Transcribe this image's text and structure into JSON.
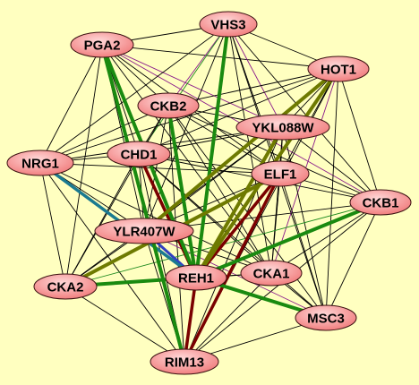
{
  "graph": {
    "background": "#FFFFC0",
    "node_fill_light": "#FFD8D8",
    "node_fill_dark": "#F07878",
    "node_stroke": "#3A1010",
    "edge_colors": {
      "thin_black": "#000000",
      "thin_purple": "#8A1A8A",
      "thin_green": "#1E8A1E",
      "green": "#1A8A10",
      "dark_red": "#7A0000",
      "olive": "#6E7A00",
      "teal": "#1A7A90",
      "blue": "#3040C0"
    },
    "nodes": [
      {
        "id": "VHS3",
        "label": "VHS3"
      },
      {
        "id": "PGA2",
        "label": "PGA2"
      },
      {
        "id": "HOT1",
        "label": "HOT1"
      },
      {
        "id": "CKB2",
        "label": "CKB2"
      },
      {
        "id": "YKL088W",
        "label": "YKL088W"
      },
      {
        "id": "CHD1",
        "label": "CHD1"
      },
      {
        "id": "NRG1",
        "label": "NRG1"
      },
      {
        "id": "ELF1",
        "label": "ELF1"
      },
      {
        "id": "CKB1",
        "label": "CKB1"
      },
      {
        "id": "YLR407W",
        "label": "YLR407W"
      },
      {
        "id": "CKA2",
        "label": "CKA2"
      },
      {
        "id": "REH1",
        "label": "REH1"
      },
      {
        "id": "CKA1",
        "label": "CKA1"
      },
      {
        "id": "MSC3",
        "label": "MSC3"
      },
      {
        "id": "RIM13",
        "label": "RIM13"
      }
    ],
    "edges": [
      {
        "source": "PGA2",
        "target": "REH1",
        "style": "green"
      },
      {
        "source": "PGA2",
        "target": "RIM13",
        "style": "green"
      },
      {
        "source": "PGA2",
        "target": "VHS3",
        "style": "thin_black"
      },
      {
        "source": "PGA2",
        "target": "HOT1",
        "style": "thin_black"
      },
      {
        "source": "PGA2",
        "target": "CKB2",
        "style": "thin_black"
      },
      {
        "source": "PGA2",
        "target": "YKL088W",
        "style": "thin_purple"
      },
      {
        "source": "PGA2",
        "target": "NRG1",
        "style": "thin_black"
      },
      {
        "source": "PGA2",
        "target": "CHD1",
        "style": "thin_black"
      },
      {
        "source": "PGA2",
        "target": "ELF1",
        "style": "thin_black"
      },
      {
        "source": "PGA2",
        "target": "CKA2",
        "style": "thin_black"
      },
      {
        "source": "PGA2",
        "target": "CKB1",
        "style": "thin_purple"
      },
      {
        "source": "PGA2",
        "target": "CKA1",
        "style": "thin_black"
      },
      {
        "source": "PGA2",
        "target": "YLR407W",
        "style": "thin_black"
      },
      {
        "source": "VHS3",
        "target": "REH1",
        "style": "green"
      },
      {
        "source": "VHS3",
        "target": "HOT1",
        "style": "thin_black"
      },
      {
        "source": "VHS3",
        "target": "CKB2",
        "style": "thin_purple"
      },
      {
        "source": "VHS3",
        "target": "YKL088W",
        "style": "thin_purple"
      },
      {
        "source": "VHS3",
        "target": "CHD1",
        "style": "thin_green"
      },
      {
        "source": "VHS3",
        "target": "CKB1",
        "style": "thin_black"
      },
      {
        "source": "VHS3",
        "target": "ELF1",
        "style": "thin_black"
      },
      {
        "source": "VHS3",
        "target": "NRG1",
        "style": "thin_black"
      },
      {
        "source": "VHS3",
        "target": "YLR407W",
        "style": "thin_black"
      },
      {
        "source": "VHS3",
        "target": "CKA1",
        "style": "thin_black"
      },
      {
        "source": "VHS3",
        "target": "MSC3",
        "style": "thin_black"
      },
      {
        "source": "HOT1",
        "target": "REH1",
        "style": "olive"
      },
      {
        "source": "HOT1",
        "target": "YLR407W",
        "style": "olive"
      },
      {
        "source": "HOT1",
        "target": "CKB2",
        "style": "thin_black"
      },
      {
        "source": "HOT1",
        "target": "YKL088W",
        "style": "thin_black"
      },
      {
        "source": "HOT1",
        "target": "CHD1",
        "style": "thin_black"
      },
      {
        "source": "HOT1",
        "target": "CKB1",
        "style": "thin_black"
      },
      {
        "source": "HOT1",
        "target": "ELF1",
        "style": "thin_black"
      },
      {
        "source": "HOT1",
        "target": "MSC3",
        "style": "thin_black"
      },
      {
        "source": "HOT1",
        "target": "CKA1",
        "style": "thin_purple"
      },
      {
        "source": "HOT1",
        "target": "RIM13",
        "style": "thin_black"
      },
      {
        "source": "HOT1",
        "target": "NRG1",
        "style": "thin_black"
      },
      {
        "source": "CKB2",
        "target": "REH1",
        "style": "green"
      },
      {
        "source": "CKB2",
        "target": "YKL088W",
        "style": "thin_black"
      },
      {
        "source": "CKB2",
        "target": "CHD1",
        "style": "thin_black"
      },
      {
        "source": "CKB2",
        "target": "ELF1",
        "style": "thin_black"
      },
      {
        "source": "CKB2",
        "target": "CKA2",
        "style": "thin_black"
      },
      {
        "source": "CKB2",
        "target": "CKA1",
        "style": "thin_black"
      },
      {
        "source": "CKB2",
        "target": "MSC3",
        "style": "thin_black"
      },
      {
        "source": "CKB2",
        "target": "RIM13",
        "style": "thin_black"
      },
      {
        "source": "CKB2",
        "target": "NRG1",
        "style": "thin_black"
      },
      {
        "source": "CKB2",
        "target": "YLR407W",
        "style": "thin_black"
      },
      {
        "source": "CKB2",
        "target": "CKB1",
        "style": "thin_black"
      },
      {
        "source": "YKL088W",
        "target": "REH1",
        "style": "olive"
      },
      {
        "source": "YKL088W",
        "target": "CHD1",
        "style": "thin_black"
      },
      {
        "source": "YKL088W",
        "target": "ELF1",
        "style": "thin_black"
      },
      {
        "source": "YKL088W",
        "target": "CKB1",
        "style": "thin_black"
      },
      {
        "source": "YKL088W",
        "target": "CKA1",
        "style": "thin_black"
      },
      {
        "source": "YKL088W",
        "target": "MSC3",
        "style": "thin_black"
      },
      {
        "source": "YKL088W",
        "target": "NRG1",
        "style": "thin_black"
      },
      {
        "source": "YKL088W",
        "target": "YLR407W",
        "style": "thin_black"
      },
      {
        "source": "YKL088W",
        "target": "RIM13",
        "style": "thin_black"
      },
      {
        "source": "YKL088W",
        "target": "CKA2",
        "style": "thin_black"
      },
      {
        "source": "CHD1",
        "target": "REH1",
        "style": "dark_red"
      },
      {
        "source": "CHD1",
        "target": "ELF1",
        "style": "thin_black"
      },
      {
        "source": "CHD1",
        "target": "NRG1",
        "style": "thin_black"
      },
      {
        "source": "CHD1",
        "target": "YLR407W",
        "style": "thin_black"
      },
      {
        "source": "CHD1",
        "target": "CKA2",
        "style": "thin_black"
      },
      {
        "source": "CHD1",
        "target": "CKA1",
        "style": "thin_black"
      },
      {
        "source": "CHD1",
        "target": "MSC3",
        "style": "thin_black"
      },
      {
        "source": "CHD1",
        "target": "RIM13",
        "style": "thin_black"
      },
      {
        "source": "CHD1",
        "target": "CKB1",
        "style": "thin_black"
      },
      {
        "source": "NRG1",
        "target": "REH1",
        "style": "teal"
      },
      {
        "source": "NRG1",
        "target": "YLR407W",
        "style": "thin_black"
      },
      {
        "source": "NRG1",
        "target": "CKA2",
        "style": "thin_black"
      },
      {
        "source": "NRG1",
        "target": "RIM13",
        "style": "thin_black"
      },
      {
        "source": "NRG1",
        "target": "ELF1",
        "style": "thin_black"
      },
      {
        "source": "NRG1",
        "target": "CKA1",
        "style": "thin_black"
      },
      {
        "source": "ELF1",
        "target": "REH1",
        "style": "dark_red"
      },
      {
        "source": "ELF1",
        "target": "CKA2",
        "style": "olive"
      },
      {
        "source": "ELF1",
        "target": "RIM13",
        "style": "dark_red"
      },
      {
        "source": "ELF1",
        "target": "CKB1",
        "style": "thin_black"
      },
      {
        "source": "ELF1",
        "target": "CKA1",
        "style": "thin_black"
      },
      {
        "source": "ELF1",
        "target": "MSC3",
        "style": "thin_black"
      },
      {
        "source": "ELF1",
        "target": "YLR407W",
        "style": "thin_black"
      },
      {
        "source": "CKB1",
        "target": "REH1",
        "style": "green"
      },
      {
        "source": "CKB1",
        "target": "CKA2",
        "style": "thin_green"
      },
      {
        "source": "CKB1",
        "target": "CKA1",
        "style": "thin_black"
      },
      {
        "source": "CKB1",
        "target": "MSC3",
        "style": "thin_black"
      },
      {
        "source": "CKB1",
        "target": "RIM13",
        "style": "thin_black"
      },
      {
        "source": "CKB1",
        "target": "YLR407W",
        "style": "thin_black"
      },
      {
        "source": "YLR407W",
        "target": "REH1",
        "style": "blue"
      },
      {
        "source": "YLR407W",
        "target": "CKA2",
        "style": "thin_black"
      },
      {
        "source": "YLR407W",
        "target": "RIM13",
        "style": "thin_black"
      },
      {
        "source": "YLR407W",
        "target": "CKA1",
        "style": "thin_black"
      },
      {
        "source": "YLR407W",
        "target": "MSC3",
        "style": "thin_purple"
      },
      {
        "source": "CKA2",
        "target": "REH1",
        "style": "green"
      },
      {
        "source": "CKA2",
        "target": "RIM13",
        "style": "thin_black"
      },
      {
        "source": "CKA2",
        "target": "CKA1",
        "style": "thin_black"
      },
      {
        "source": "REH1",
        "target": "CKA1",
        "style": "thin_black"
      },
      {
        "source": "REH1",
        "target": "MSC3",
        "style": "green"
      },
      {
        "source": "REH1",
        "target": "RIM13",
        "style": "dark_red"
      },
      {
        "source": "CKA1",
        "target": "MSC3",
        "style": "thin_black"
      },
      {
        "source": "CKA1",
        "target": "RIM13",
        "style": "thin_black"
      },
      {
        "source": "MSC3",
        "target": "RIM13",
        "style": "thin_black"
      }
    ]
  }
}
